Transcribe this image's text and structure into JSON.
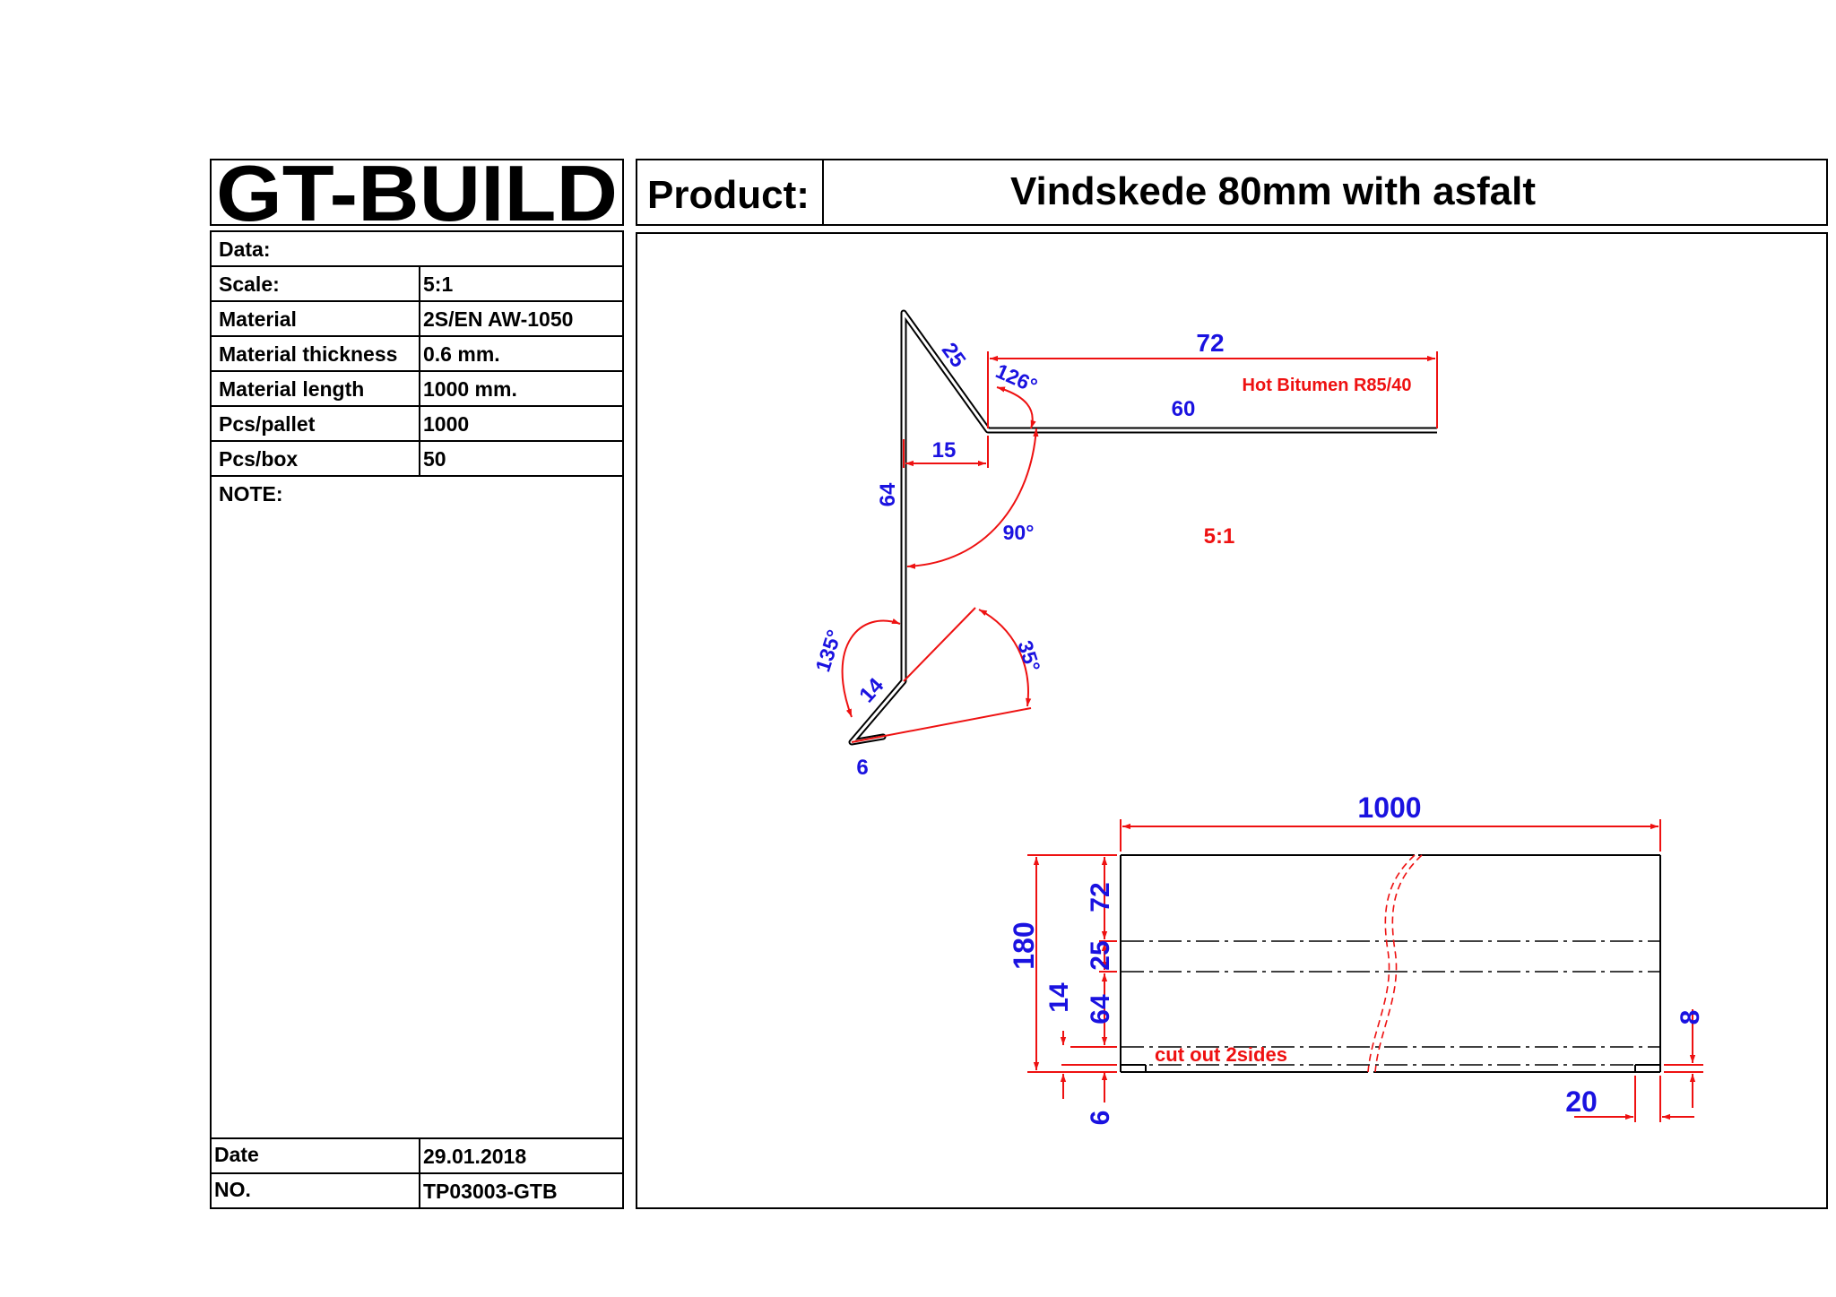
{
  "company": "GT-BUILD",
  "product_label": "Product:",
  "product_name": "Vindskede 80mm with asfalt",
  "info": {
    "data_label": "Data:",
    "scale_label": "Scale:",
    "scale_value": "5:1",
    "material_label": "Material",
    "material_value": "2S/EN AW-1050",
    "thickness_label": "Material thickness",
    "thickness_value": "0.6 mm.",
    "length_label": "Material length",
    "length_value": "1000 mm.",
    "pallet_label": "Pcs/pallet",
    "pallet_value": "1000",
    "box_label": "Pcs/box",
    "box_value": "50",
    "note_label": "NOTE:",
    "date_label": "Date",
    "date_value": "29.01.2018",
    "no_label": "NO.",
    "no_value": "TP03003-GTB"
  },
  "profile": {
    "dim_72": "72",
    "dim_60": "60",
    "dim_25": "25",
    "dim_15": "15",
    "dim_64": "64",
    "dim_14": "14",
    "dim_6": "6",
    "angle_126": "126°",
    "angle_90": "90°",
    "angle_135": "135°",
    "angle_35": "35°",
    "bitumen_note": "Hot Bitumen R85/40",
    "scale_note": "5:1"
  },
  "flat": {
    "dim_1000": "1000",
    "dim_180": "180",
    "dim_72": "72",
    "dim_25": "25",
    "dim_64": "64",
    "dim_14": "14",
    "dim_6": "6",
    "dim_8": "8",
    "dim_20": "20",
    "cutout_note": "cut out 2sides"
  },
  "colors": {
    "dimension": "#1a12e0",
    "annotation": "#ee1111",
    "line": "#000000"
  }
}
